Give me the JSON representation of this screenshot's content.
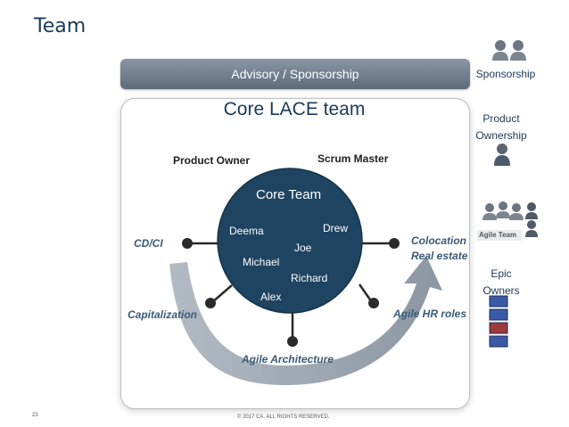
{
  "slide": {
    "title": "Team",
    "page_number": "23",
    "copyright": "© 2017 CA. ALL RIGHTS RESERVED."
  },
  "advisory_bar": {
    "label": "Advisory /  Sponsorship"
  },
  "core_box": {
    "title": "Core LACE team",
    "roles": {
      "product_owner": "Product Owner",
      "scrum_master": "Scrum Master"
    }
  },
  "core_team": {
    "title": "Core Team",
    "members": [
      "Deema",
      "Drew",
      "Joe",
      "Michael",
      "Richard",
      "Alex"
    ]
  },
  "spokes": {
    "cd_ci": "CD/CI",
    "colocation": "Colocation",
    "real_estate": "Real estate",
    "capitalization": "Capitalization",
    "agile_hr_roles": "Agile HR roles",
    "agile_architecture": "Agile Architecture"
  },
  "sidebar": {
    "sponsorship": "Sponsorship",
    "product_ownership_line1": "Product",
    "product_ownership_line2": "Ownership",
    "agile_team_icon_label": "Agile Team",
    "epic_owners_line1": "Epic",
    "epic_owners_line2": "Owners"
  },
  "colors": {
    "circle_fill": "#1f4461",
    "arrow_gray": "#8e99a5",
    "epic_blue": "#3c59a8",
    "epic_red": "#9c3a3a"
  }
}
